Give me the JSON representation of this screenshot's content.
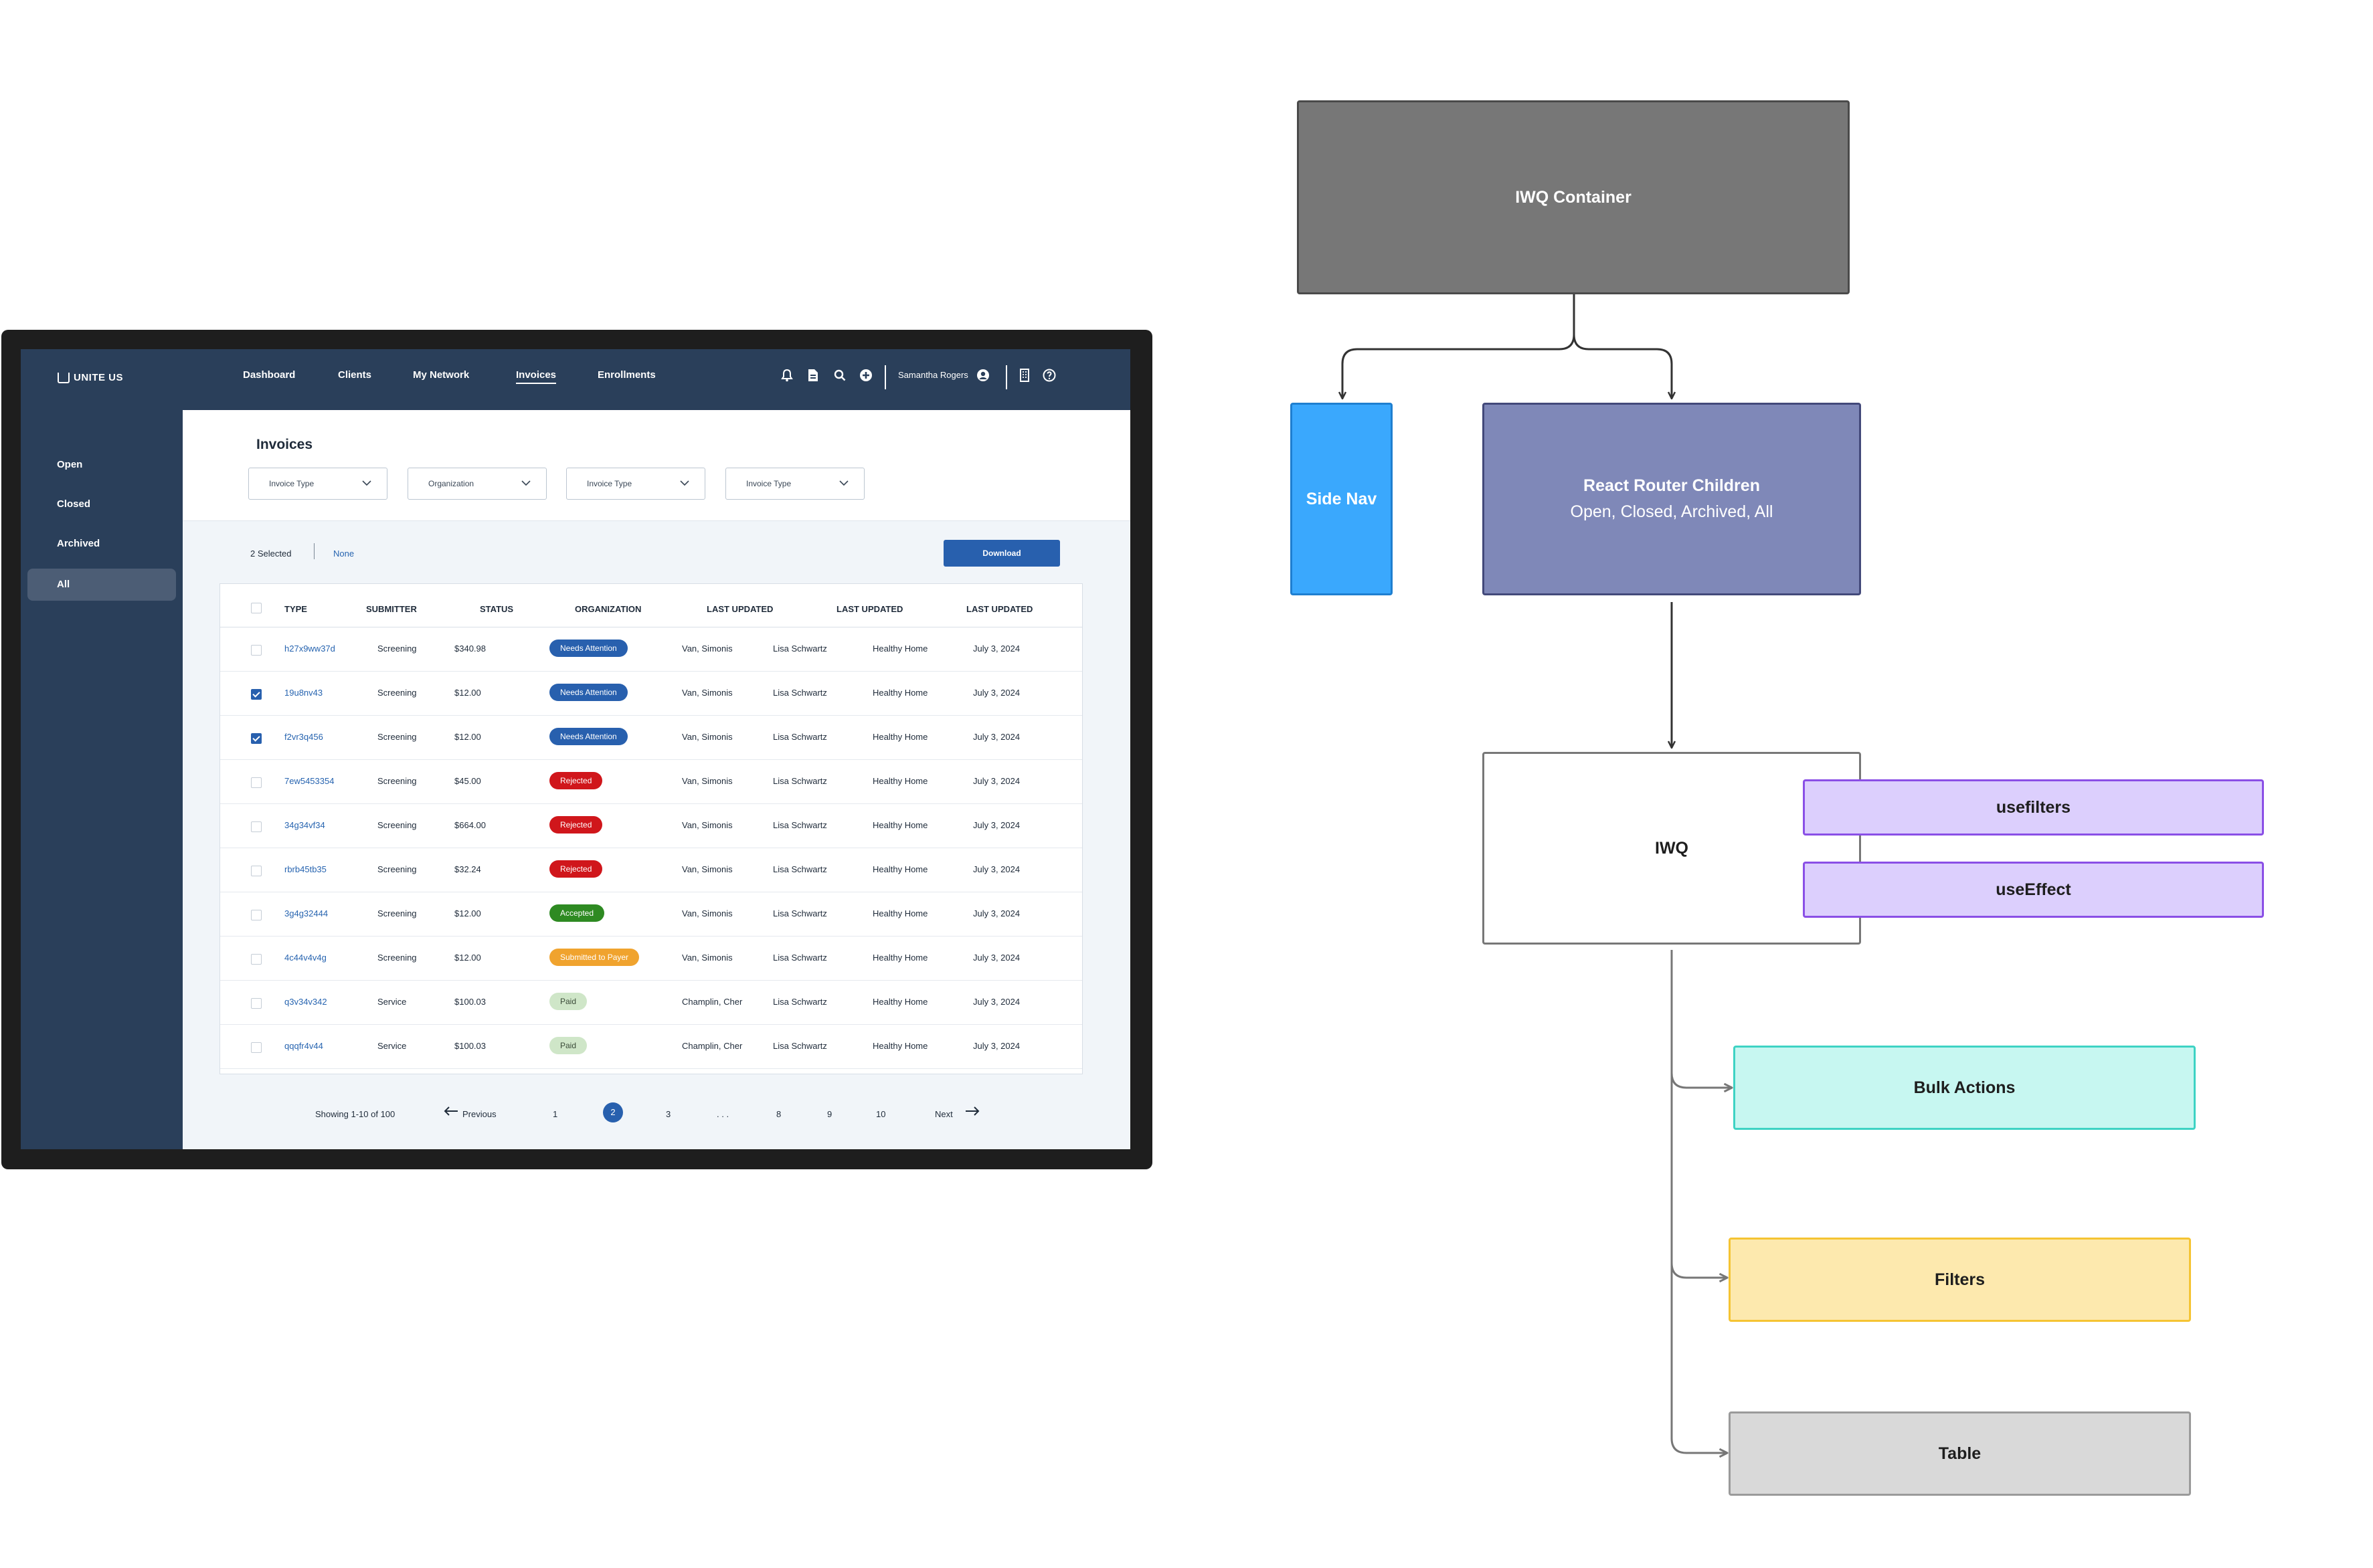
{
  "mockup": {
    "brand": "UNITE US",
    "nav": [
      "Dashboard",
      "Clients",
      "My Network",
      "Invoices",
      "Enrollments"
    ],
    "user_name": "Samantha Rogers",
    "sidebar": [
      "Open",
      "Closed",
      "Archived",
      "All"
    ],
    "page_title": "Invoices",
    "filters": [
      "Invoice Type",
      "Organization",
      "Invoice Type",
      "Invoice Type"
    ],
    "selected_text": "2 Selected",
    "none_link": "None",
    "download_label": "Download",
    "table": {
      "headers": [
        "TYPE",
        "SUBMITTER",
        "STATUS",
        "ORGANIZATION",
        "LAST UPDATED",
        "LAST UPDATED",
        "LAST UPDATED"
      ],
      "rows": [
        {
          "checked": false,
          "id": "h27x9ww37d",
          "type": "Screening",
          "amount": "$340.98",
          "status": "Needs Attention",
          "submitter": "Van, Simonis",
          "contact": "Lisa Schwartz",
          "org": "Healthy Home",
          "date": "July 3, 2024"
        },
        {
          "checked": true,
          "id": "19u8nv43",
          "type": "Screening",
          "amount": "$12.00",
          "status": "Needs Attention",
          "submitter": "Van, Simonis",
          "contact": "Lisa Schwartz",
          "org": "Healthy Home",
          "date": "July 3, 2024"
        },
        {
          "checked": true,
          "id": "f2vr3q456",
          "type": "Screening",
          "amount": "$12.00",
          "status": "Needs Attention",
          "submitter": "Van, Simonis",
          "contact": "Lisa Schwartz",
          "org": "Healthy Home",
          "date": "July 3, 2024"
        },
        {
          "checked": false,
          "id": "7ew5453354",
          "type": "Screening",
          "amount": "$45.00",
          "status": "Rejected",
          "submitter": "Van, Simonis",
          "contact": "Lisa Schwartz",
          "org": "Healthy Home",
          "date": "July 3, 2024"
        },
        {
          "checked": false,
          "id": "34g34vf34",
          "type": "Screening",
          "amount": "$664.00",
          "status": "Rejected",
          "submitter": "Van, Simonis",
          "contact": "Lisa Schwartz",
          "org": "Healthy Home",
          "date": "July 3, 2024"
        },
        {
          "checked": false,
          "id": "rbrb45tb35",
          "type": "Screening",
          "amount": "$32.24",
          "status": "Rejected",
          "submitter": "Van, Simonis",
          "contact": "Lisa Schwartz",
          "org": "Healthy Home",
          "date": "July 3, 2024"
        },
        {
          "checked": false,
          "id": "3g4g32444",
          "type": "Screening",
          "amount": "$12.00",
          "status": "Accepted",
          "submitter": "Van, Simonis",
          "contact": "Lisa Schwartz",
          "org": "Healthy Home",
          "date": "July 3, 2024"
        },
        {
          "checked": false,
          "id": "4c44v4v4g",
          "type": "Screening",
          "amount": "$12.00",
          "status": "Submitted to Payer",
          "submitter": "Van, Simonis",
          "contact": "Lisa Schwartz",
          "org": "Healthy Home",
          "date": "July 3, 2024"
        },
        {
          "checked": false,
          "id": "q3v34v342",
          "type": "Service",
          "amount": "$100.03",
          "status": "Paid",
          "submitter": "Champlin, Cher",
          "contact": "Lisa Schwartz",
          "org": "Healthy Home",
          "date": "July 3, 2024"
        },
        {
          "checked": false,
          "id": "qqqfr4v44",
          "type": "Service",
          "amount": "$100.03",
          "status": "Paid",
          "submitter": "Champlin, Cher",
          "contact": "Lisa Schwartz",
          "org": "Healthy Home",
          "date": "July 3, 2024"
        }
      ]
    },
    "status_colors": {
      "Needs Attention": {
        "bg": "#2860ae",
        "fg": "#ffffff"
      },
      "Rejected": {
        "bg": "#d0161b",
        "fg": "#ffffff"
      },
      "Accepted": {
        "bg": "#2e8a22",
        "fg": "#ffffff"
      },
      "Submitted to Payer": {
        "bg": "#f0a32e",
        "fg": "#ffffff"
      },
      "Paid": {
        "bg": "#cfe6c8",
        "fg": "#3a4a38"
      }
    },
    "pagination": {
      "showing": "Showing 1-10 of 100",
      "previous": "Previous",
      "pages": [
        "1",
        "2",
        "3",
        ". . .",
        "8",
        "9",
        "10"
      ],
      "current": "2",
      "next": "Next"
    },
    "icons": [
      "bell-icon",
      "document-icon",
      "search-icon",
      "plus-circle-icon",
      "user-circle-icon",
      "building-icon",
      "help-icon"
    ]
  },
  "diagram": {
    "container": {
      "label": "IWQ Container",
      "color": "#777777"
    },
    "side_nav": {
      "label": "Side Nav",
      "color": "#3aa8fd"
    },
    "router": {
      "label": "React Router Children",
      "sublabel": "Open, Closed, Archived, All",
      "color": "#7f88b8"
    },
    "iwq": {
      "label": "IWQ",
      "color": "#ffffff"
    },
    "hooks": [
      {
        "label": "usefilters",
        "color": "#dccffd"
      },
      {
        "label": "useEffect",
        "color": "#dccffd"
      }
    ],
    "children": [
      {
        "label": "Bulk Actions",
        "color": "#c7f7f1"
      },
      {
        "label": "Filters",
        "color": "#fde9ae"
      },
      {
        "label": "Table",
        "color": "#d9d9d9"
      }
    ]
  }
}
